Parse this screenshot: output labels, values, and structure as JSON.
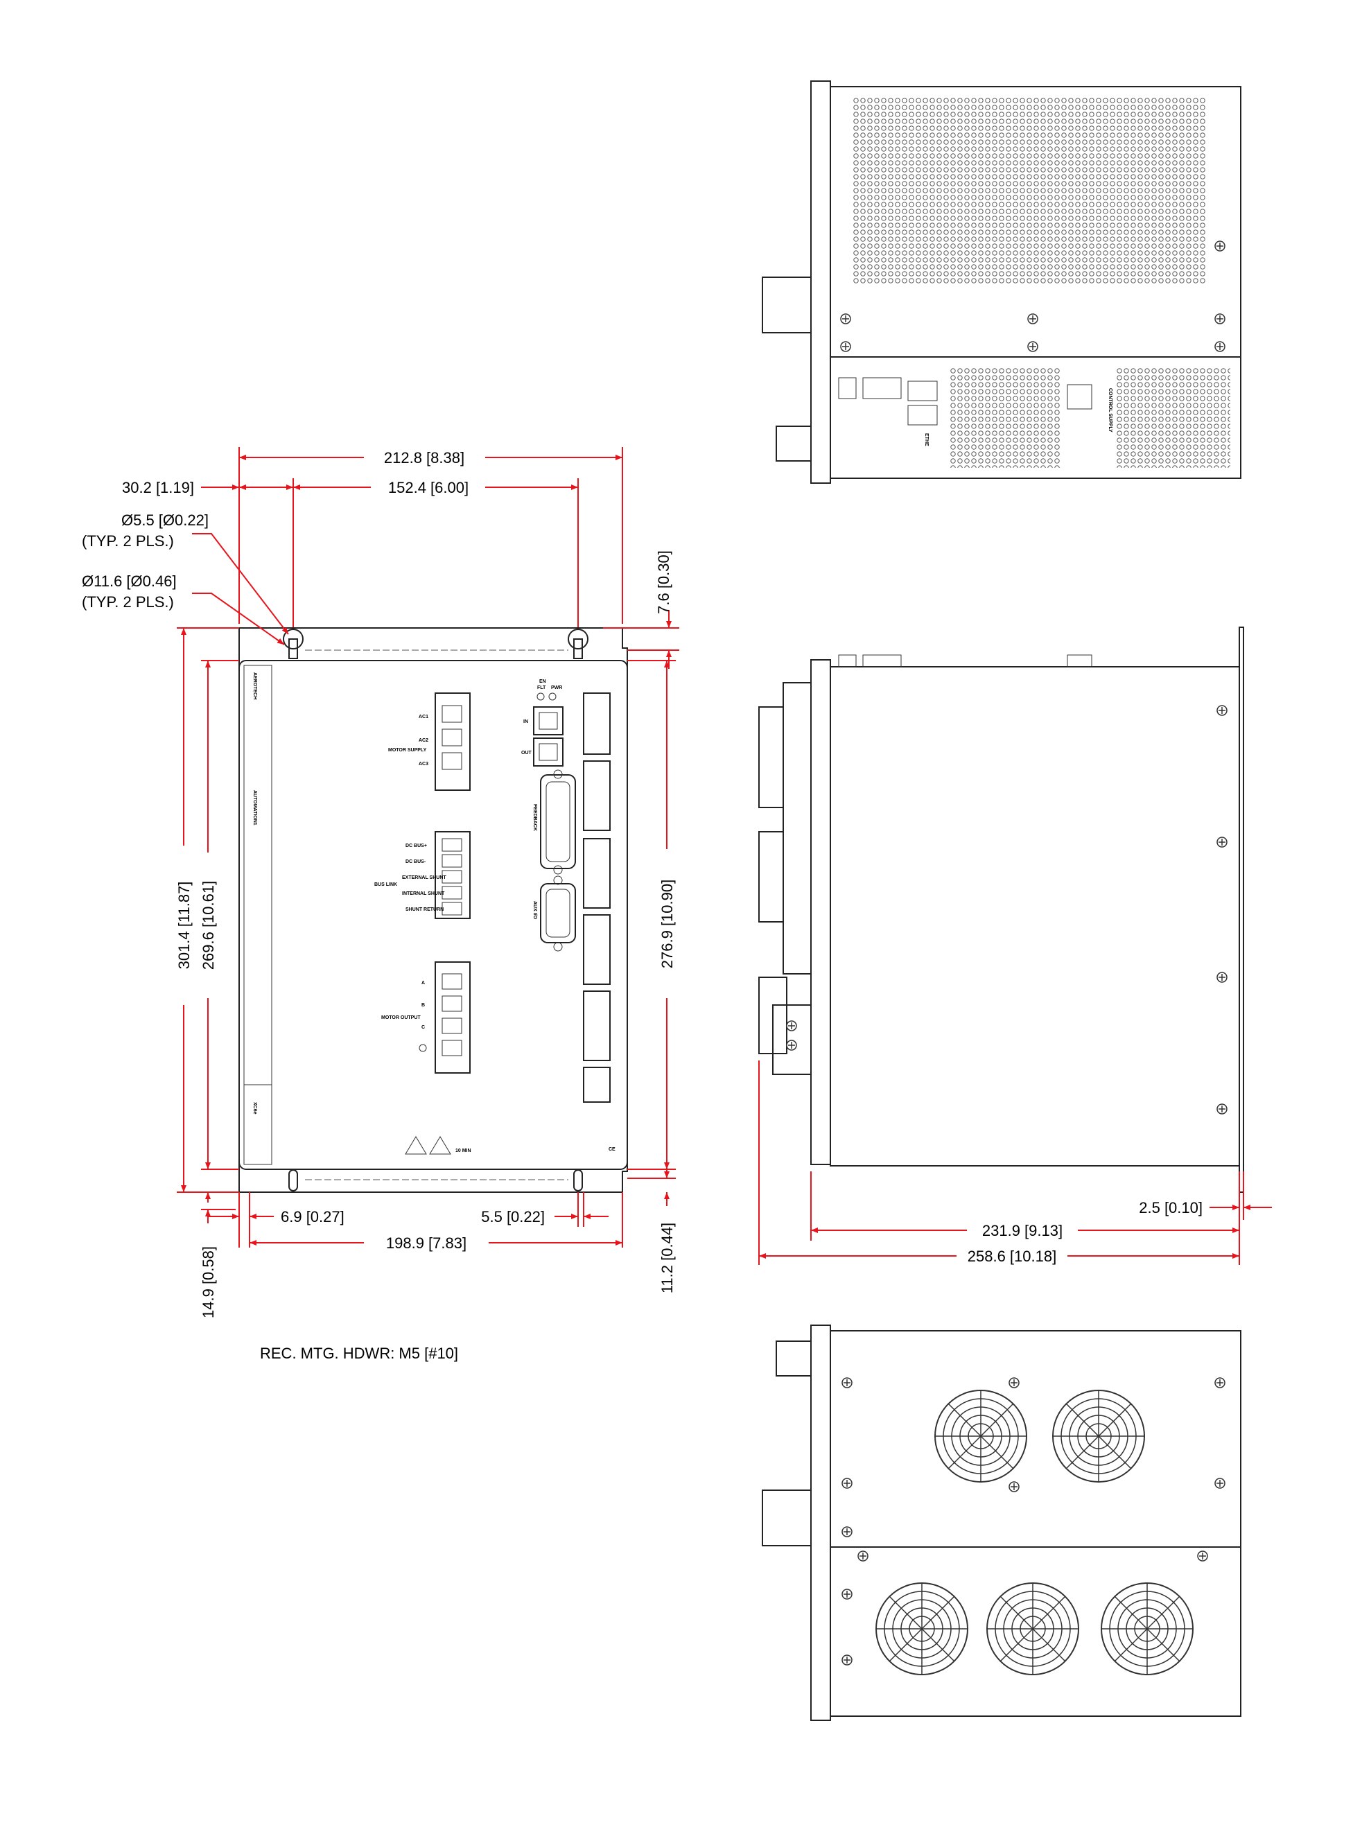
{
  "dimensions": {
    "overall_width": "212.8 [8.38]",
    "left_offset": "30.2 [1.19]",
    "hole_spacing": "152.4 [6.00]",
    "slot_small": "Ø5.5 [Ø0.22]",
    "slot_small_qty": "(TYP. 2 PLS.)",
    "slot_large": "Ø11.6 [Ø0.46]",
    "slot_large_qty": "(TYP. 2 PLS.)",
    "top_offset": "7.6 [0.30]",
    "overall_height": "301.4 [11.87]",
    "hole_vertical": "269.6 [10.61]",
    "panel_height": "276.9 [10.90]",
    "bottom_left": "6.9 [0.27]",
    "bottom_slot": "5.5 [0.22]",
    "bottom_width": "198.9 [7.83]",
    "bottom_offset_left": "14.9 [0.58]",
    "bottom_offset_right": "11.2 [0.44]",
    "flange": "2.5 [0.10]",
    "depth": "231.9 [9.13]",
    "overall_depth": "258.6 [10.18]"
  },
  "note": "REC. MTG. HDWR: M5 [#10]",
  "front_panel": {
    "brand": "AEROTECH",
    "product_line": "AUTOMATION1",
    "model": "XC6e",
    "motor_supply_label": "MOTOR SUPPLY",
    "motor_supply_pins": [
      "AC1",
      "AC2",
      "AC3"
    ],
    "bus_labels": [
      "DC BUS+",
      "DC BUS-",
      "EXTERNAL SHUNT",
      "INTERNAL SHUNT",
      "SHUNT RETURN"
    ],
    "bus_link_label": "BUS LINK",
    "motor_output_label": "MOTOR OUTPUT",
    "motor_output_pins": [
      "A",
      "B",
      "C"
    ],
    "status_leds": [
      "EN",
      "FLT",
      "PWR"
    ],
    "port_in": "IN",
    "port_out": "OUT",
    "feedback_label": "FEEDBACK",
    "aux_label": "AUX I/O",
    "warning_time": "10 MIN",
    "ce_mark": "CE"
  },
  "top_view": {
    "control_supply_label": "CONTROL SUPPLY",
    "ports": [
      "ETHE"
    ]
  },
  "colors": {
    "dimension": "#e8141b",
    "outline": "#222222"
  }
}
